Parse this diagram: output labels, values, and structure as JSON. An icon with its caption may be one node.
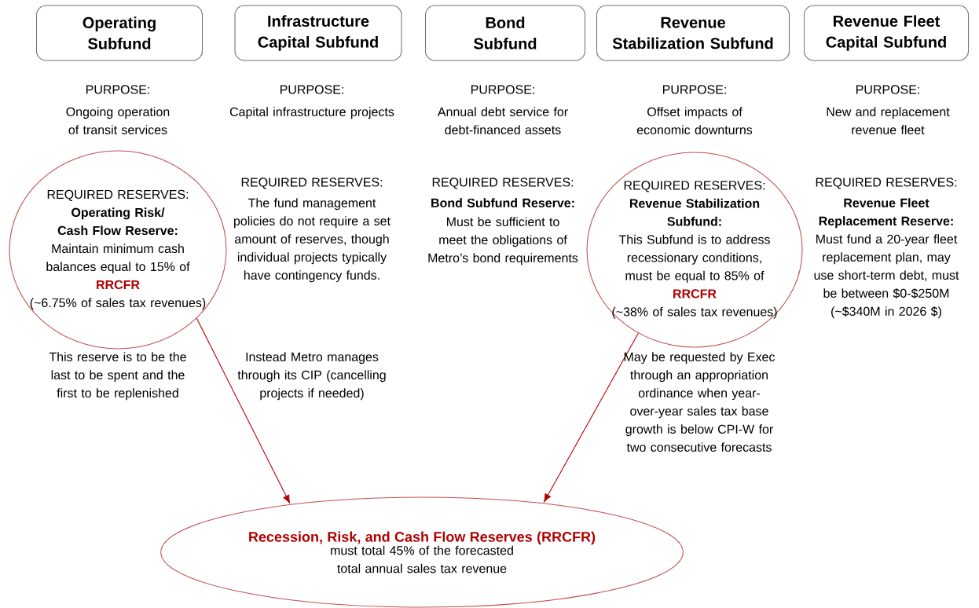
{
  "diagram": {
    "nodes": [
      {
        "text": [
          "Operating Subfund"
        ]
      },
      {
        "text": [
          "Infrastructure Capital Subfund"
        ]
      },
      {
        "text": [
          "Bond Subfund"
        ]
      },
      {
        "text": [
          "Revenue Stabilization Subfund"
        ]
      },
      {
        "text": [
          "Revenue Fleet Capital Subfund"
        ]
      },
      {
        "text": [
          "REQUIRED RESERVES:",
          "Operating Risk/ Cash Flow Reserve:",
          "Maintain minimum cash balances equal to 15% of",
          "RRCFR",
          "(~6.75% of sales tax revenues)"
        ]
      },
      {
        "text": [
          "REQUIRED RESERVES:",
          "Revenue Stabilization Subfund:",
          "This Subfund is to address recessionary conditions, must be equal to 85% of",
          "RRCFR",
          "(~38% of sales tax revenues)"
        ]
      },
      {
        "text": [
          "Recession, Risk, and Cash Flow Reserves (RRCFR)",
          "must total 45% of the forecasted total annual sales tax revenue"
        ]
      }
    ],
    "edges": [
      {
        "from": 5,
        "to": 7,
        "arrow": "to"
      },
      {
        "from": 6,
        "to": 7,
        "arrow": "to"
      }
    ],
    "labels": [
      "PURPOSE:",
      "Ongoing operation of transit services",
      "PURPOSE:",
      "Capital infrastructure projects",
      "PURPOSE:",
      "Annual debt service for debt-financed assets",
      "PURPOSE:",
      "Offset impacts of economic downturns",
      "PURPOSE:",
      "New and replacement revenue fleet",
      "REQUIRED RESERVES:",
      "The fund management policies do not require a set amount of reserves, though individual projects typically have contingency funds.",
      "REQUIRED RESERVES:",
      "Bond Subfund Reserve:",
      "Must be sufficient to meet the obligations of Metro’s bond requirements",
      "REQUIRED RESERVES:",
      "Revenue Fleet Replacement Reserve:",
      "Must fund a 20-year fleet replacement plan, may use short-term debt, must be between $0-$250M (~$340M in 2026 $)",
      "This reserve is to be the last to be spent and the first to be replenished",
      "Instead Metro manages through its CIP (cancelling projects if needed)",
      "May be requested by Exec through an appropriation ordinance when year-over-year sales tax base growth is below CPI-W for two consecutive forecasts"
    ]
  }
}
